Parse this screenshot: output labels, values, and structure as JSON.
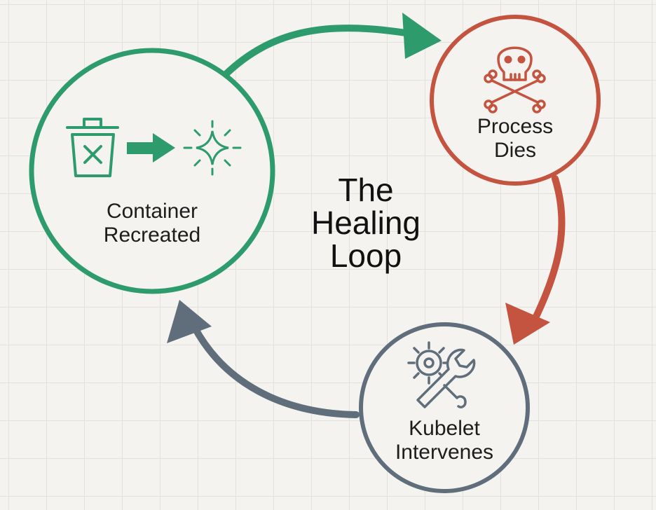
{
  "title": {
    "line1": "The",
    "line2": "Healing",
    "line3": "Loop"
  },
  "nodes": {
    "container": {
      "line1": "Container",
      "line2": "Recreated",
      "color": "#2e9b6c",
      "icons": [
        "trash-icon",
        "arrow-right-icon",
        "sparkle-icon"
      ]
    },
    "process": {
      "line1": "Process",
      "line2": "Dies",
      "color": "#c4533f",
      "icons": [
        "skull-crossbones-icon"
      ]
    },
    "kubelet": {
      "line1": "Kubelet",
      "line2": "Intervenes",
      "color": "#5f6e7a",
      "icons": [
        "gear-wrench-icon"
      ]
    }
  },
  "colors": {
    "background": "#f4f3ef",
    "grid": "#e2e1dc",
    "green": "#2e9b6c",
    "red": "#c4533f",
    "slate": "#5f6e7a"
  }
}
